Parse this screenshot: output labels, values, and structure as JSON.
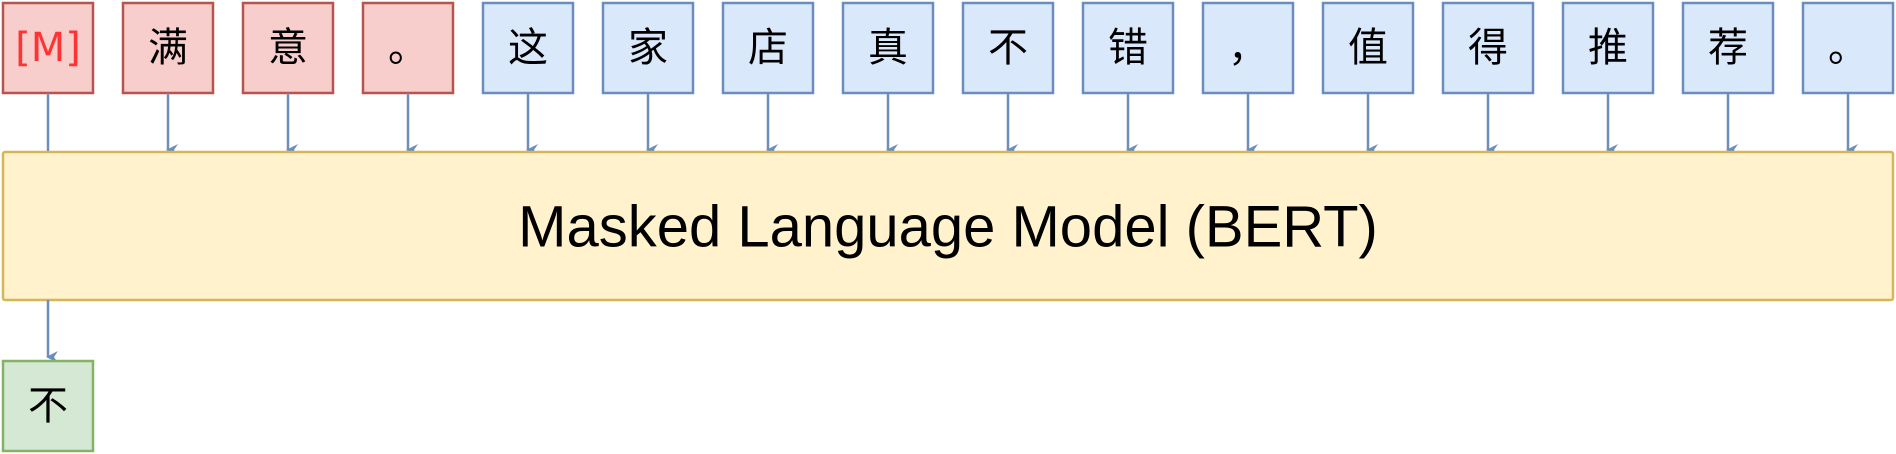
{
  "tokens": [
    {
      "text": "[M]",
      "kind": "mask"
    },
    {
      "text": "满",
      "kind": "prompt"
    },
    {
      "text": "意",
      "kind": "prompt"
    },
    {
      "text": "。",
      "kind": "prompt"
    },
    {
      "text": "这",
      "kind": "input"
    },
    {
      "text": "家",
      "kind": "input"
    },
    {
      "text": "店",
      "kind": "input"
    },
    {
      "text": "真",
      "kind": "input"
    },
    {
      "text": "不",
      "kind": "input"
    },
    {
      "text": "错",
      "kind": "input"
    },
    {
      "text": "，",
      "kind": "input"
    },
    {
      "text": "值",
      "kind": "input"
    },
    {
      "text": "得",
      "kind": "input"
    },
    {
      "text": "推",
      "kind": "input"
    },
    {
      "text": "荐",
      "kind": "input"
    },
    {
      "text": "。",
      "kind": "input"
    }
  ],
  "model": {
    "label": "Masked Language Model (BERT)"
  },
  "output": {
    "text": "不"
  },
  "colors": {
    "mask_fill": "#f8cecc",
    "mask_stroke": "#b85450",
    "mask_text": "#ff3333",
    "prompt_fill": "#f8cecc",
    "prompt_stroke": "#b85450",
    "input_fill": "#dae8fc",
    "input_stroke": "#6c8ebf",
    "model_fill": "#fff2cc",
    "model_stroke": "#d6b656",
    "output_fill": "#d5e8d4",
    "output_stroke": "#82b366",
    "arrow": "#6c8ebf",
    "text": "#000000"
  }
}
